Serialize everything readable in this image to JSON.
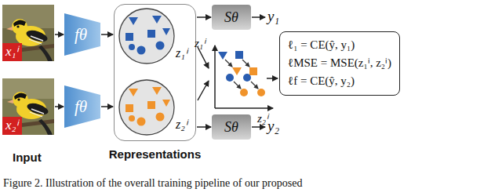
{
  "diagram": {
    "caption": "Figure 2. Illustration of the overall training pipeline of our proposed",
    "nodes": [
      {
        "text": [
          "x₁ⁱ"
        ]
      },
      {
        "text": [
          "x₂ⁱ"
        ]
      },
      {
        "text": [
          "fθ"
        ]
      },
      {
        "text": [
          "fθ"
        ]
      },
      {
        "text": [
          "Representations"
        ]
      },
      {
        "text": [
          "z₁ⁱ"
        ],
        "in": 4
      },
      {
        "text": [
          "z₂ⁱ"
        ],
        "in": 4
      },
      {
        "text": [
          "Sθ"
        ]
      },
      {
        "text": [
          "Sθ"
        ]
      },
      {
        "text": [
          "ℓ₁ = CE(ŷ, y₁)",
          "ℓMSE = MSE(z₁ⁱ, z₂ⁱ)",
          "ℓf = CE(ŷ, y₂)"
        ]
      }
    ],
    "edges": [
      {
        "from": 0,
        "to": 2,
        "arrow": "to"
      },
      {
        "from": 1,
        "to": 3,
        "arrow": "to"
      },
      {
        "from": 2,
        "to": 4,
        "arrow": "to"
      },
      {
        "from": 3,
        "to": 4,
        "arrow": "to"
      },
      {
        "from": 4,
        "to": 7,
        "arrow": "to"
      },
      {
        "from": 4,
        "to": 8,
        "arrow": "to"
      }
    ],
    "labels": [
      "Input",
      "y₁",
      "y₂",
      "z₁ⁱ",
      "z₂ⁱ"
    ]
  }
}
